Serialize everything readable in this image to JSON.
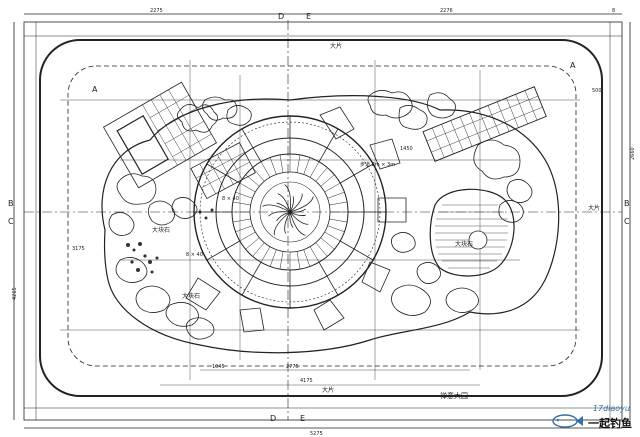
{
  "section_marks": {
    "top_left": "D",
    "top_right": "E",
    "bottom_left": "D",
    "bottom_right": "E",
    "left_top": "B",
    "left_bottom": "C",
    "right_top": "B",
    "right_bottom": "C",
    "a_left": "A",
    "a_right": "A"
  },
  "labels": {
    "plan_title": "禅意大园",
    "top_mark": "大片",
    "bottom_span": "大片",
    "right_mark": "大片",
    "stone_upper": "大块石",
    "stone_lower": "大块石",
    "stone_right": "大块石",
    "path_note": "步道 2m × 3m",
    "grid_a": "8 × 40",
    "grid_b": "8 × 40",
    "dim_top": "2275",
    "dim_top_right": "2276",
    "dim_bottom": "5275",
    "dim_inner_bottom": "4175",
    "dim_bottom_inner_left": "2775",
    "dim_bottom_inner_right": "1045",
    "dim_left": "4265",
    "dim_right": "2660",
    "dim_right_small": "500",
    "dim_right_corner": "8",
    "dim_path": "1450",
    "dim_left_mid": "3175"
  },
  "watermark": {
    "brand": "一起钓鱼",
    "sub": "17diaoyu"
  },
  "colors": {
    "ink": "#222222",
    "paper": "#ffffff",
    "water_hatch": "#555555",
    "watermark_blue": "#3a6ea8"
  }
}
